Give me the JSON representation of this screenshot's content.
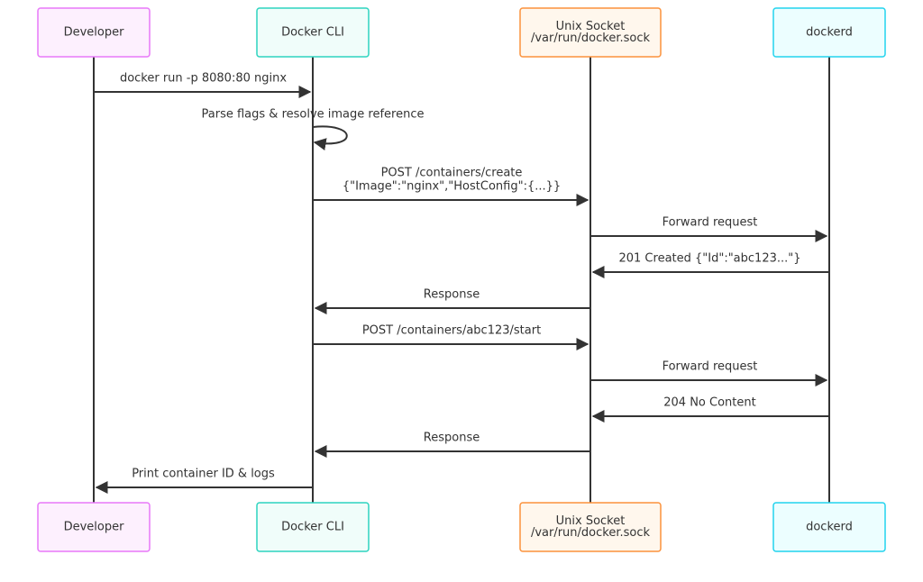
{
  "participants": [
    {
      "id": "developer",
      "lines": [
        "Developer"
      ],
      "fill": "#fdf0fe",
      "stroke": "#e879f9"
    },
    {
      "id": "docker-cli",
      "lines": [
        "Docker CLI"
      ],
      "fill": "#f0fdfa",
      "stroke": "#2dd4bf"
    },
    {
      "id": "unix-socket",
      "lines": [
        "Unix Socket",
        "/var/run/docker.sock"
      ],
      "fill": "#fff7ed",
      "stroke": "#fb923c"
    },
    {
      "id": "dockerd",
      "lines": [
        "dockerd"
      ],
      "fill": "#ecfeff",
      "stroke": "#22d3ee"
    }
  ],
  "messages": [
    {
      "from": 0,
      "to": 0.001,
      "lines": [
        "docker run -p 8080:80 nginx"
      ]
    },
    {
      "self": 1,
      "lines": [
        "Parse flags & resolve image reference"
      ]
    },
    {
      "from": 1,
      "to": 2,
      "lines": [
        "POST /containers/create",
        "{\"Image\":\"nginx\",\"HostConfig\":{...}}"
      ]
    },
    {
      "from": 2,
      "to": 3,
      "lines": [
        "Forward request"
      ]
    },
    {
      "from": 3,
      "to": 2,
      "lines": [
        "201 Created {\"Id\":\"abc123...\"}"
      ]
    },
    {
      "from": 2,
      "to": 1,
      "lines": [
        "Response"
      ]
    },
    {
      "from": 1,
      "to": 2,
      "lines": [
        "POST /containers/abc123/start"
      ]
    },
    {
      "from": 2,
      "to": 3,
      "lines": [
        "Forward request"
      ]
    },
    {
      "from": 3,
      "to": 2,
      "lines": [
        "204 No Content"
      ]
    },
    {
      "from": 2,
      "to": 1,
      "lines": [
        "Response"
      ]
    },
    {
      "from": 1,
      "to": 0,
      "lines": [
        "Print container ID & logs"
      ]
    }
  ],
  "line_color": "#333333",
  "text_color": "#333333"
}
